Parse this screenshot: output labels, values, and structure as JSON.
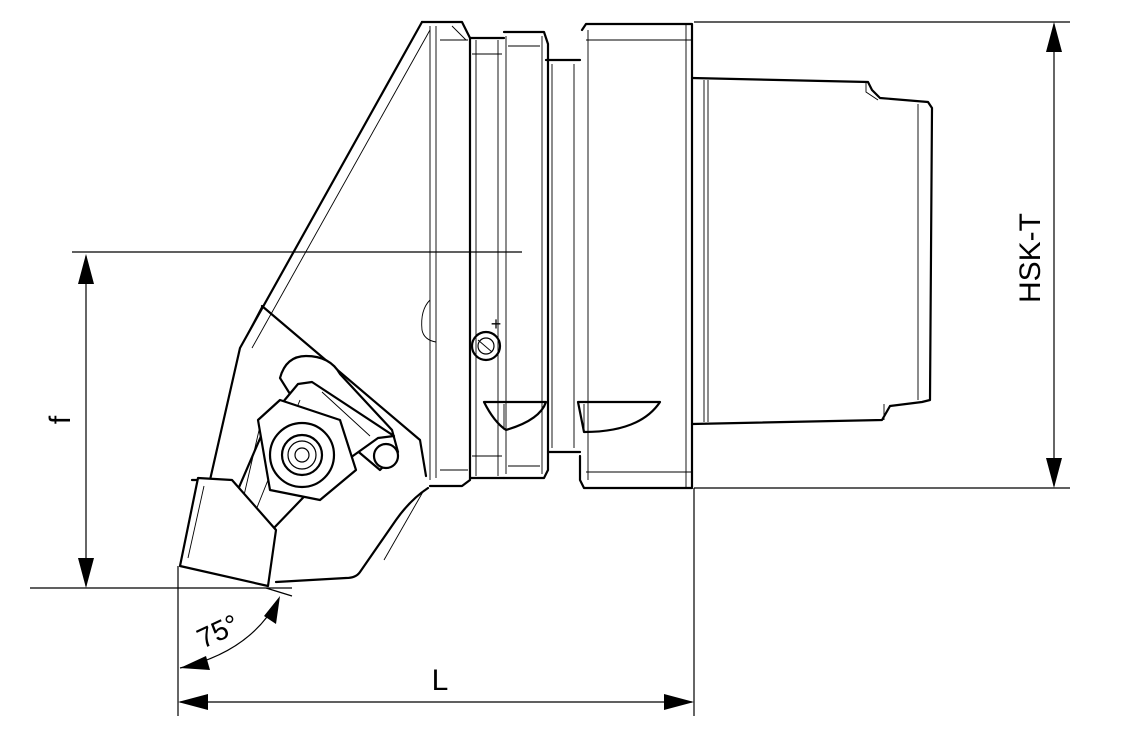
{
  "dimensions": {
    "f": "f",
    "L": "L",
    "hsk": "HSK-T",
    "angle": "75°",
    "plus_mark": "+"
  }
}
